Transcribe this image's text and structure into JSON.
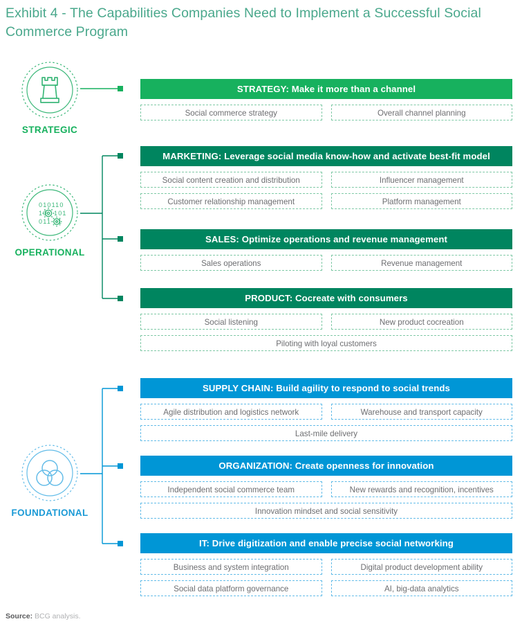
{
  "title": "Exhibit 4 - The Capabilities Companies Need to Implement a Successful Social Commerce Program",
  "colors": {
    "title_teal": "#4aa88c",
    "strategy_green": "#17b15e",
    "operational_green": "#00855f",
    "foundational_blue": "#0096d6",
    "sub_text_gray": "#6d6e71",
    "sub_border_green": "#7fc9a6",
    "sub_border_blue": "#63bce8"
  },
  "categories": [
    {
      "label": "STRATEGIC",
      "icon": "chess-rook-icon",
      "accent": "#17b15e"
    },
    {
      "label": "OPERATIONAL",
      "icon": "binary-gears-icon",
      "accent": "#17b15e"
    },
    {
      "label": "FOUNDATIONAL",
      "icon": "venn-circles-icon",
      "accent": "#1b9ad6"
    }
  ],
  "groups": [
    {
      "key": "strategy",
      "header": "STRATEGY: Make it more than a channel",
      "rows": [
        [
          "Social commerce strategy",
          "Overall channel planning"
        ]
      ]
    },
    {
      "key": "marketing",
      "header": "MARKETING: Leverage social media know-how and activate best-fit model",
      "rows": [
        [
          "Social content creation and distribution",
          "Influencer management"
        ],
        [
          "Customer relationship management",
          "Platform management"
        ]
      ]
    },
    {
      "key": "sales",
      "header": "SALES: Optimize operations and revenue management",
      "rows": [
        [
          "Sales operations",
          "Revenue management"
        ]
      ]
    },
    {
      "key": "product",
      "header": "PRODUCT: Cocreate with consumers",
      "rows": [
        [
          "Social listening",
          "New product cocreation"
        ],
        [
          "Piloting with loyal customers"
        ]
      ]
    },
    {
      "key": "supply-chain",
      "header": "SUPPLY CHAIN: Build agility to respond to social trends",
      "rows": [
        [
          "Agile distribution and logistics network",
          "Warehouse and transport capacity"
        ],
        [
          "Last-mile delivery"
        ]
      ]
    },
    {
      "key": "organization",
      "header": "ORGANIZATION: Create openness for innovation",
      "rows": [
        [
          "Independent social commerce team",
          "New rewards and recognition, incentives"
        ],
        [
          "Innovation mindset and social sensitivity"
        ]
      ]
    },
    {
      "key": "it",
      "header": "IT: Drive digitization and enable precise social networking",
      "rows": [
        [
          "Business and system integration",
          "Digital product development ability"
        ],
        [
          "Social data platform governance",
          "AI, big-data analytics"
        ]
      ]
    }
  ],
  "footer": {
    "source_label": "Source:",
    "source_value": "BCG analysis."
  }
}
